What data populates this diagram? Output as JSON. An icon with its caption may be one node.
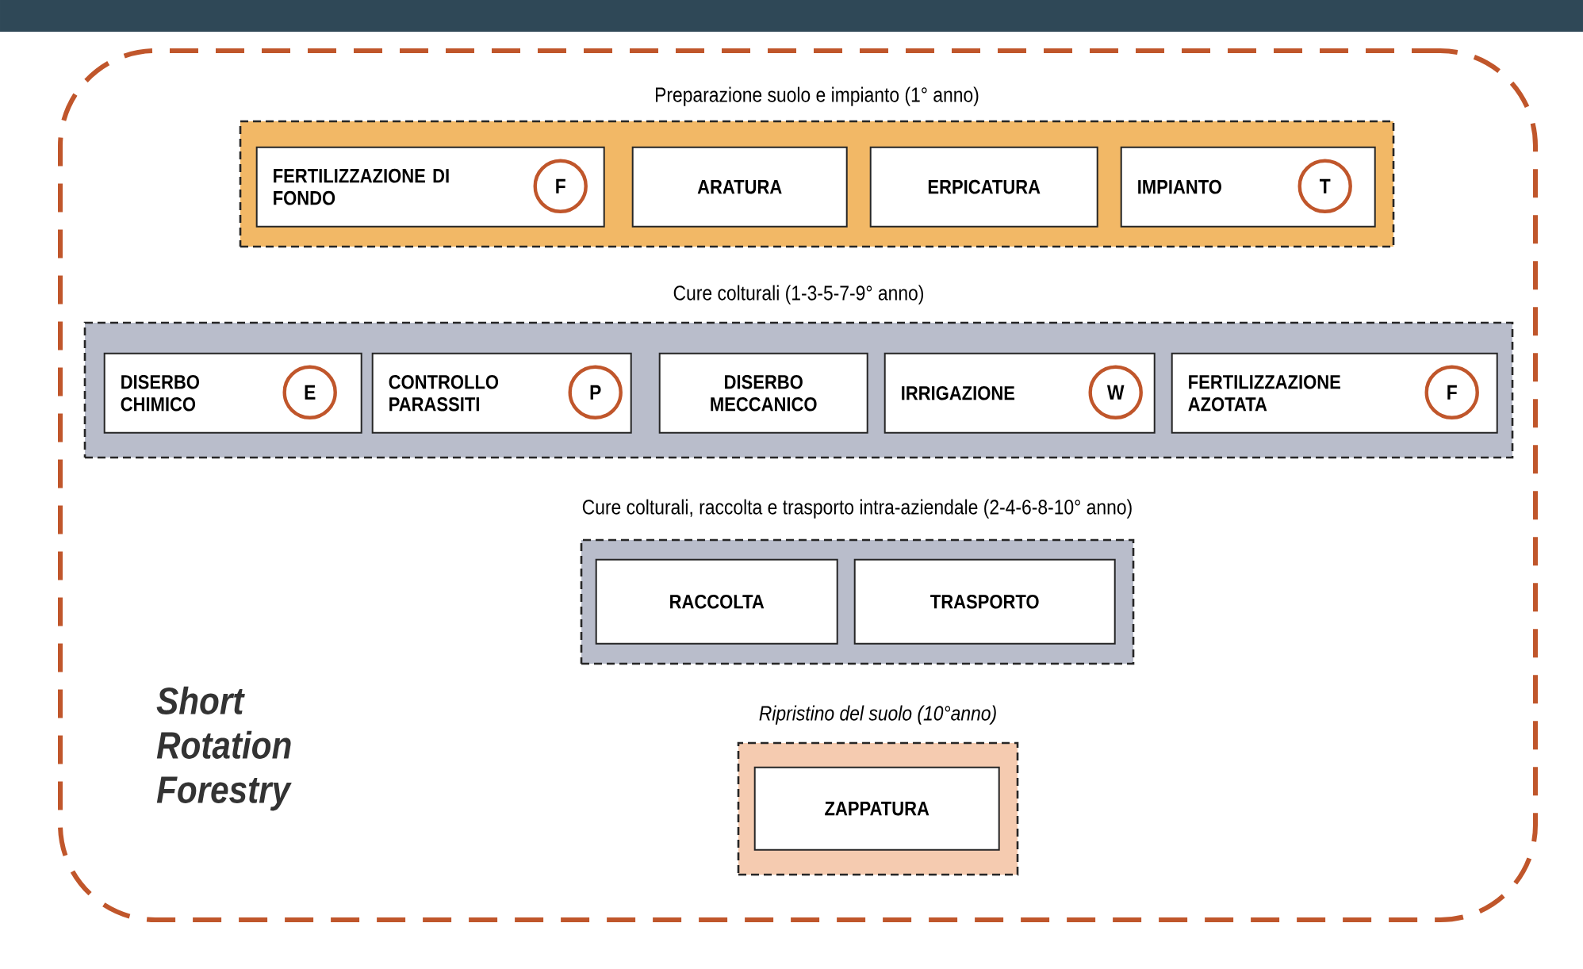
{
  "diagram": {
    "nodes": [
      {
        "text": [
          "Short Rotation Forestry"
        ]
      },
      {
        "text": [
          "Preparazione suolo e impianto (1° anno)"
        ],
        "in": 0
      },
      {
        "text": [
          "FERTILIZZAZIONE DI FONDO"
        ],
        "in": 1
      },
      {
        "text": [
          "F"
        ],
        "in": 2
      },
      {
        "text": [
          "ARATURA"
        ],
        "in": 1
      },
      {
        "text": [
          "ERPICATURA"
        ],
        "in": 1
      },
      {
        "text": [
          "IMPIANTO"
        ],
        "in": 1
      },
      {
        "text": [
          "T"
        ],
        "in": 6
      },
      {
        "text": [
          "Cure colturali (1-3-5-7-9° anno)"
        ],
        "in": 0
      },
      {
        "text": [
          "DISERBO CHIMICO"
        ],
        "in": 8
      },
      {
        "text": [
          "E"
        ],
        "in": 9
      },
      {
        "text": [
          "CONTROLLO PARASSITI"
        ],
        "in": 8
      },
      {
        "text": [
          "P"
        ],
        "in": 11
      },
      {
        "text": [
          "DISERBO MECCANICO"
        ],
        "in": 8
      },
      {
        "text": [
          "IRRIGAZIONE"
        ],
        "in": 8
      },
      {
        "text": [
          "W"
        ],
        "in": 14
      },
      {
        "text": [
          "FERTILIZZAZIONE AZOTATA"
        ],
        "in": 8
      },
      {
        "text": [
          "F"
        ],
        "in": 16
      },
      {
        "text": [
          "Cure colturali, raccolta e trasporto intra-aziendale (2-4-6-8-10° anno)"
        ],
        "in": 0
      },
      {
        "text": [
          "RACCOLTA"
        ],
        "in": 18
      },
      {
        "text": [
          "TRASPORTO"
        ],
        "in": 18
      },
      {
        "text": [
          "Ripristino  del suolo (10°anno)"
        ],
        "in": 0
      },
      {
        "text": [
          "ZAPPATURA"
        ],
        "in": 21
      }
    ]
  }
}
